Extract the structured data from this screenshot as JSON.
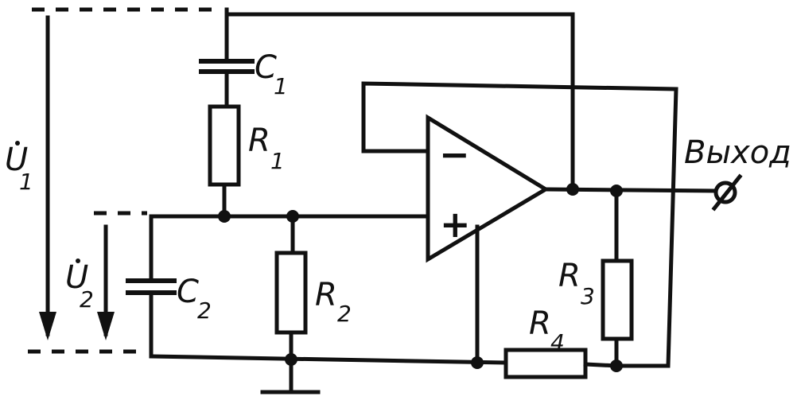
{
  "labels": {
    "u1_main": "U",
    "u1_sub": "1",
    "u2_main": "U",
    "u2_sub": "2",
    "c1_main": "C",
    "c1_sub": "1",
    "c2_main": "C",
    "c2_sub": "2",
    "r1_main": "R",
    "r1_sub": "1",
    "r2_main": "R",
    "r2_sub": "2",
    "r3_main": "R",
    "r3_sub": "3",
    "r4_main": "R",
    "r4_sub": "4",
    "output": "Выход",
    "minus": "−",
    "plus": "+"
  }
}
